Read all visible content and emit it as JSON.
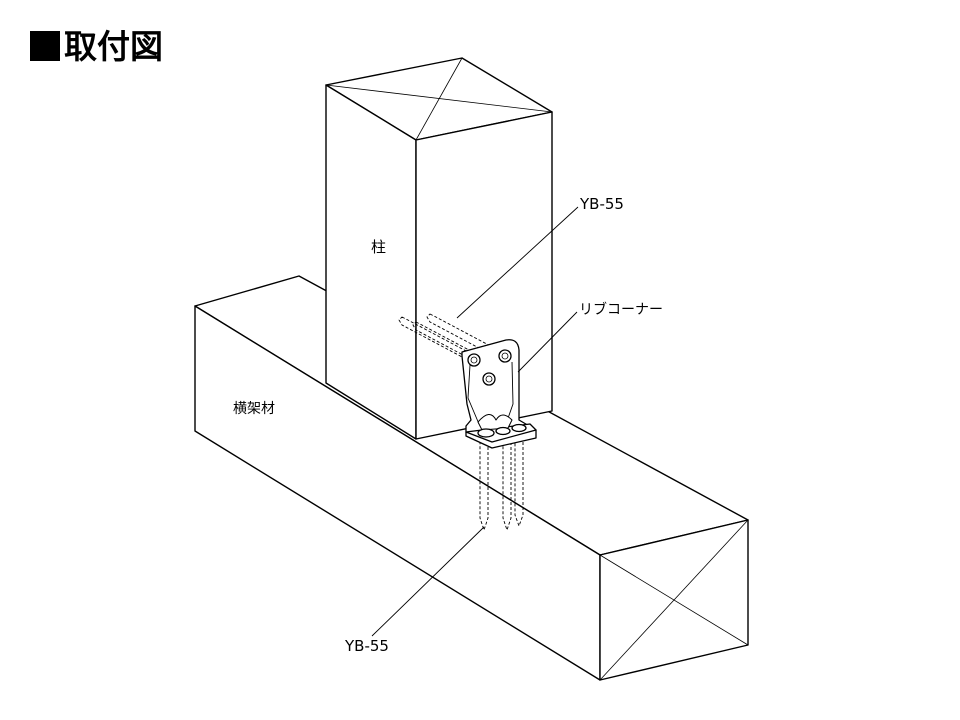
{
  "title": "取付図",
  "labels": {
    "pillar": "柱",
    "beam": "横架材",
    "screw_upper": "YB-55",
    "bracket": "リブコーナー",
    "screw_lower": "YB-55"
  }
}
